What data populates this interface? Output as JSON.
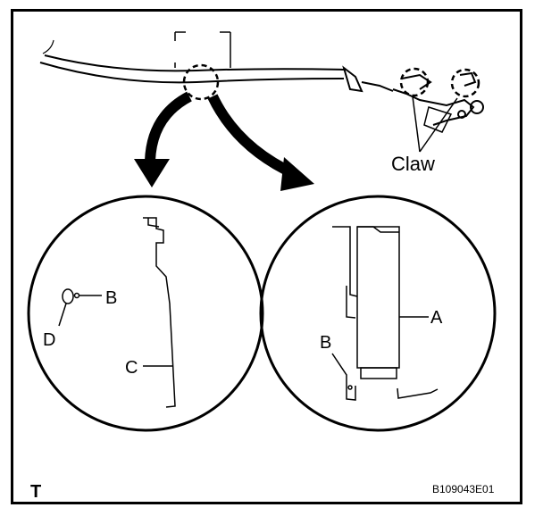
{
  "labels": {
    "claw": "Claw",
    "a": "A",
    "b_left": "B",
    "b_right": "B",
    "c": "C",
    "d": "D",
    "corner_mark": "T",
    "figure_code": "B109043E01"
  }
}
